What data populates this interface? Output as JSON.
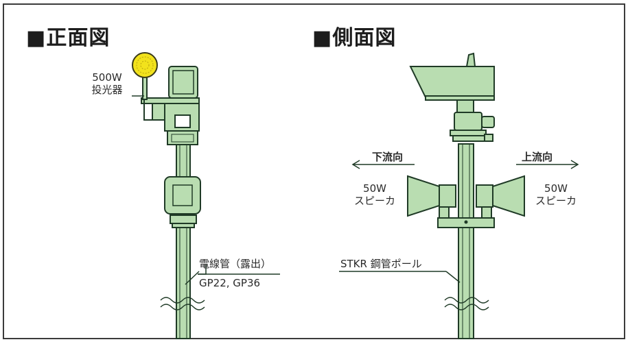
{
  "front": {
    "heading": "■正面図",
    "floodlight_line1": "500W",
    "floodlight_line2": "投光器",
    "conduit_line1": "電線管（露出）",
    "conduit_line2": "GP22, GP36"
  },
  "side": {
    "heading": "■側面図",
    "downstream": "下流向",
    "upstream": "上流向",
    "left_speaker_line1": "50W",
    "left_speaker_line2": "スピーカ",
    "right_speaker_line1": "50W",
    "right_speaker_line2": "スピーカ",
    "pole_label": "STKR 鋼管ポール"
  },
  "colors": {
    "equipment_fill": "#b9ddb1",
    "outline": "#1f3a26",
    "lamp": "#f2e21c",
    "frame": "#3a3a3a"
  }
}
